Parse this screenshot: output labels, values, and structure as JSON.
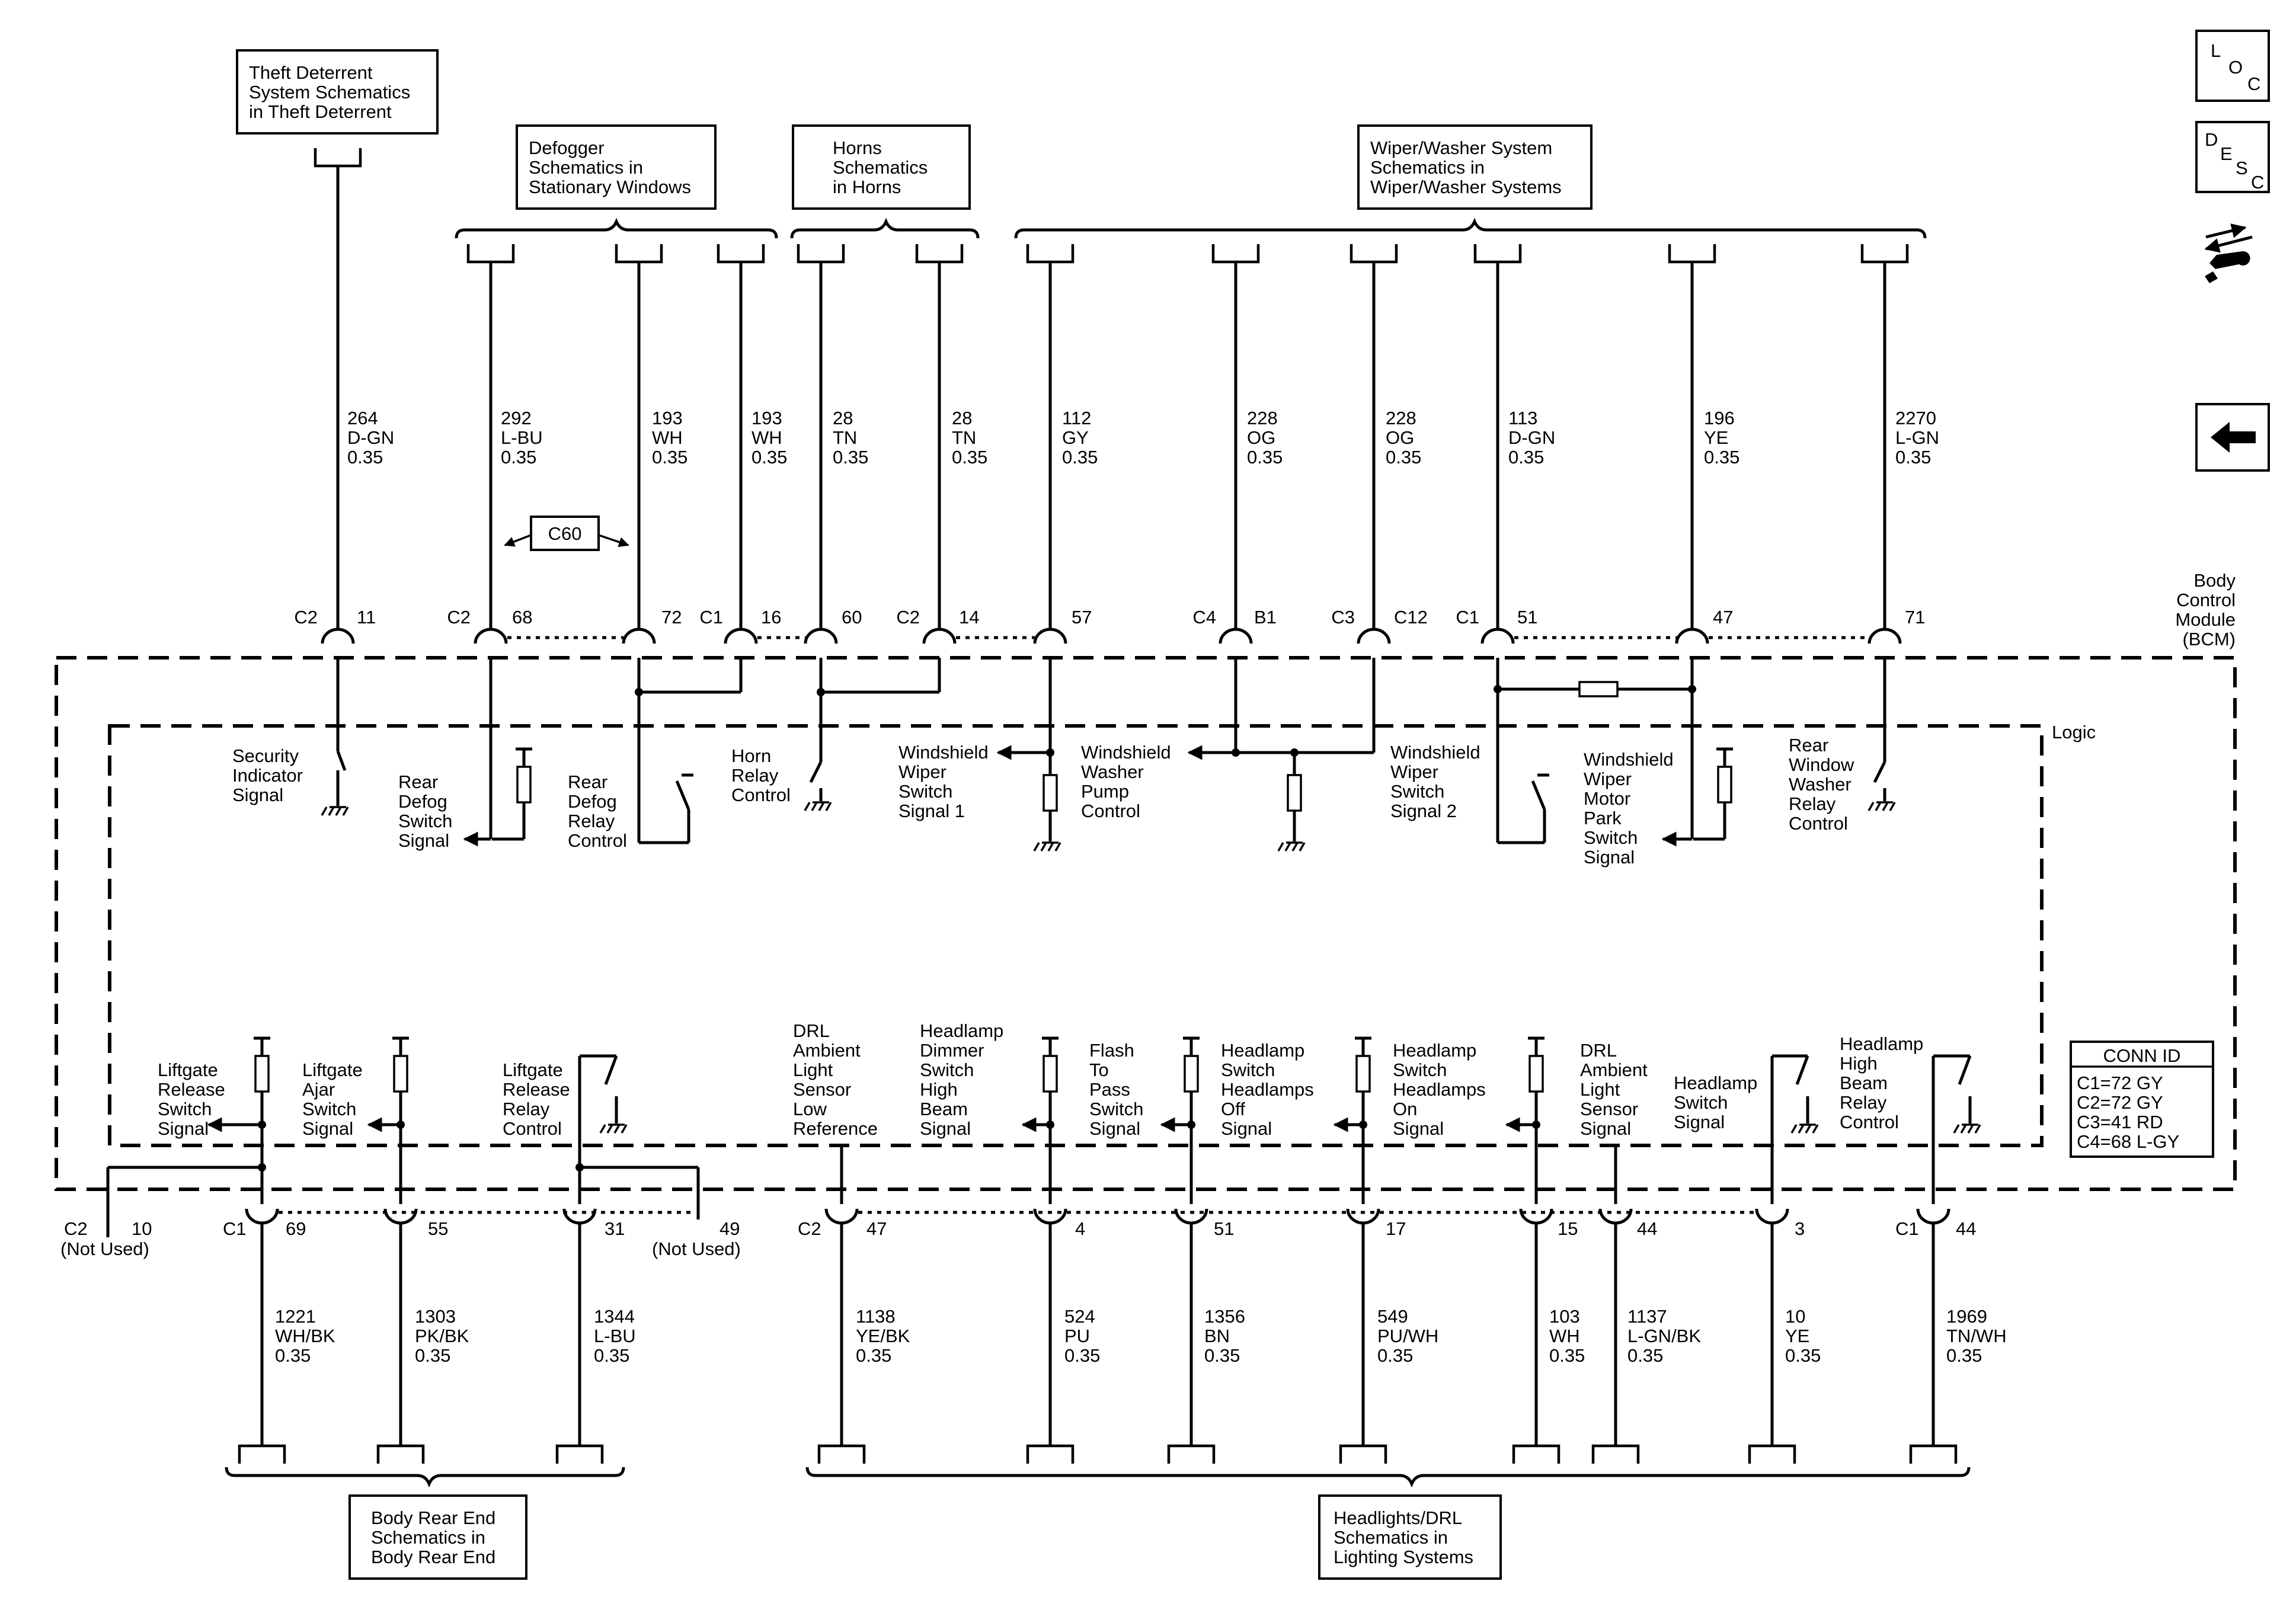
{
  "refs": {
    "theft": [
      "Theft Deterrent",
      "System Schematics",
      "in Theft Deterrent"
    ],
    "defogger": [
      "Defogger",
      "Schematics in",
      "Stationary Windows"
    ],
    "horns": [
      "Horns",
      "Schematics",
      "in Horns"
    ],
    "wiper": [
      "Wiper/Washer System",
      "Schematics in",
      "Wiper/Washer Systems"
    ],
    "body_rear": [
      "Body Rear End",
      "Schematics in",
      "Body Rear End"
    ],
    "headlights": [
      "Headlights/DRL",
      "Schematics in",
      "Lighting Systems"
    ]
  },
  "module_name": [
    "Body",
    "Control",
    "Module",
    "(BCM)"
  ],
  "logic_label": "Logic",
  "inline_connector": "C60",
  "nav": {
    "loc": [
      "L",
      "O",
      "C"
    ],
    "desc": [
      "D",
      "E",
      "S",
      "C"
    ]
  },
  "conn_id": {
    "title": "CONN ID",
    "rows": [
      "C1=72 GY",
      "C2=72 GY",
      "C3=41 RD",
      "C4=68 L-GY"
    ]
  },
  "top_wires": [
    {
      "circuit": "264",
      "color": "D-GN",
      "size": "0.35"
    },
    {
      "circuit": "292",
      "color": "L-BU",
      "size": "0.35"
    },
    {
      "circuit": "193",
      "color": "WH",
      "size": "0.35"
    },
    {
      "circuit": "193",
      "color": "WH",
      "size": "0.35"
    },
    {
      "circuit": "28",
      "color": "TN",
      "size": "0.35"
    },
    {
      "circuit": "28",
      "color": "TN",
      "size": "0.35"
    },
    {
      "circuit": "112",
      "color": "GY",
      "size": "0.35"
    },
    {
      "circuit": "228",
      "color": "OG",
      "size": "0.35"
    },
    {
      "circuit": "228",
      "color": "OG",
      "size": "0.35"
    },
    {
      "circuit": "113",
      "color": "D-GN",
      "size": "0.35"
    },
    {
      "circuit": "196",
      "color": "YE",
      "size": "0.35"
    },
    {
      "circuit": "2270",
      "color": "L-GN",
      "size": "0.35"
    }
  ],
  "top_pins": [
    {
      "connector": "C2",
      "pin": "11"
    },
    {
      "connector": "C2",
      "pin": "68"
    },
    {
      "connector": "",
      "pin": "72"
    },
    {
      "connector": "C1",
      "pin": "16"
    },
    {
      "connector": "",
      "pin": "60"
    },
    {
      "connector": "C2",
      "pin": "14"
    },
    {
      "connector": "",
      "pin": "57"
    },
    {
      "connector": "C4",
      "pin": "B1"
    },
    {
      "connector": "C3",
      "pin": "C12"
    },
    {
      "connector": "C1",
      "pin": "51"
    },
    {
      "connector": "",
      "pin": "47"
    },
    {
      "connector": "",
      "pin": "71"
    }
  ],
  "top_signals": [
    [
      "Security",
      "Indicator",
      "Signal"
    ],
    [
      "Rear",
      "Defog",
      "Switch",
      "Signal"
    ],
    [
      "Rear",
      "Defog",
      "Relay",
      "Control"
    ],
    [
      "Horn",
      "Relay",
      "Control"
    ],
    [
      "Windshield",
      "Wiper",
      "Switch",
      "Signal 1"
    ],
    [
      "Windshield",
      "Washer",
      "Pump",
      "Control"
    ],
    [
      "Windshield",
      "Wiper",
      "Switch",
      "Signal 2"
    ],
    [
      "Windshield",
      "Wiper",
      "Motor",
      "Park",
      "Switch",
      "Signal"
    ],
    [
      "Rear",
      "Window",
      "Washer",
      "Relay",
      "Control"
    ]
  ],
  "bottom_signals": [
    [
      "Liftgate",
      "Release",
      "Switch",
      "Signal"
    ],
    [
      "Liftgate",
      "Ajar",
      "Switch",
      "Signal"
    ],
    [
      "Liftgate",
      "Release",
      "Relay",
      "Control"
    ],
    [
      "DRL",
      "Ambient",
      "Light",
      "Sensor",
      "Low",
      "Reference"
    ],
    [
      "Headlamp",
      "Dimmer",
      "Switch",
      "High",
      "Beam",
      "Signal"
    ],
    [
      "Flash",
      "To",
      "Pass",
      "Switch",
      "Signal"
    ],
    [
      "Headlamp",
      "Switch",
      "Headlamps",
      "Off",
      "Signal"
    ],
    [
      "Headlamp",
      "Switch",
      "Headlamps",
      "On",
      "Signal"
    ],
    [
      "DRL",
      "Ambient",
      "Light",
      "Sensor",
      "Signal"
    ],
    [
      "Headlamp",
      "Switch",
      "Signal"
    ],
    [
      "Headlamp",
      "High",
      "Beam",
      "Relay",
      "Control"
    ]
  ],
  "bottom_pins": [
    {
      "connector": "C2",
      "pin": "10",
      "note": "(Not Used)"
    },
    {
      "connector": "C1",
      "pin": "69",
      "note": ""
    },
    {
      "connector": "",
      "pin": "55",
      "note": ""
    },
    {
      "connector": "",
      "pin": "31",
      "note": ""
    },
    {
      "connector": "",
      "pin": "49",
      "note": "(Not Used)"
    },
    {
      "connector": "C2",
      "pin": "47",
      "note": ""
    },
    {
      "connector": "",
      "pin": "4",
      "note": ""
    },
    {
      "connector": "",
      "pin": "51",
      "note": ""
    },
    {
      "connector": "",
      "pin": "17",
      "note": ""
    },
    {
      "connector": "",
      "pin": "15",
      "note": ""
    },
    {
      "connector": "",
      "pin": "44",
      "note": ""
    },
    {
      "connector": "",
      "pin": "3",
      "note": ""
    },
    {
      "connector": "C1",
      "pin": "44",
      "note": ""
    }
  ],
  "bottom_wires": [
    {
      "circuit": "1221",
      "color": "WH/BK",
      "size": "0.35"
    },
    {
      "circuit": "1303",
      "color": "PK/BK",
      "size": "0.35"
    },
    {
      "circuit": "1344",
      "color": "L-BU",
      "size": "0.35"
    },
    {
      "circuit": "1138",
      "color": "YE/BK",
      "size": "0.35"
    },
    {
      "circuit": "524",
      "color": "PU",
      "size": "0.35"
    },
    {
      "circuit": "1356",
      "color": "BN",
      "size": "0.35"
    },
    {
      "circuit": "549",
      "color": "PU/WH",
      "size": "0.35"
    },
    {
      "circuit": "103",
      "color": "WH",
      "size": "0.35"
    },
    {
      "circuit": "1137",
      "color": "L-GN/BK",
      "size": "0.35"
    },
    {
      "circuit": "10",
      "color": "YE",
      "size": "0.35"
    },
    {
      "circuit": "1969",
      "color": "TN/WH",
      "size": "0.35"
    }
  ]
}
